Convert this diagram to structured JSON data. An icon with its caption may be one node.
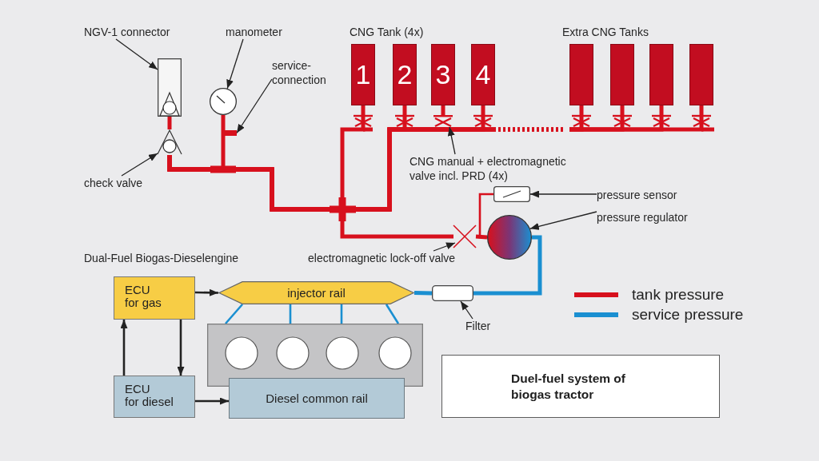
{
  "diagram": {
    "nodes": [
      {
        "text": [
          "NGV-1 connector"
        ]
      },
      {
        "text": [],
        "shape": "box"
      },
      {
        "text": [
          "manometer"
        ]
      },
      {
        "text": [],
        "shape": "circle"
      },
      {
        "text": [
          "service-connection"
        ]
      },
      {
        "text": [
          "1"
        ]
      },
      {
        "text": [
          "2"
        ]
      },
      {
        "text": [
          "3"
        ]
      },
      {
        "text": [
          "4"
        ]
      },
      {
        "text": [],
        "shape": "box"
      },
      {
        "text": [],
        "shape": "box"
      },
      {
        "text": [],
        "shape": "box"
      },
      {
        "text": [],
        "shape": "box"
      },
      {
        "text": [],
        "shape": "circle"
      },
      {
        "text": [
          "check valve"
        ]
      },
      {
        "text": [
          "CNG manual + electromagnetic valve incl. PRD (4x)"
        ]
      },
      {
        "text": [],
        "shape": "box"
      },
      {
        "text": [
          "pressure sensor"
        ]
      },
      {
        "text": [],
        "shape": "circle"
      },
      {
        "text": [
          "pressure regulator"
        ]
      },
      {
        "text": [],
        "shape": "cross"
      },
      {
        "text": [
          "electromagnetic lock-off valve"
        ]
      },
      {
        "text": [
          "ECU for gas"
        ]
      },
      {
        "text": [
          "injector rail"
        ]
      },
      {
        "text": [],
        "shape": "box"
      },
      {
        "text": [
          "Filter"
        ]
      },
      {
        "text": [],
        "shape": "box"
      },
      {
        "text": [
          "ECU for diesel"
        ]
      },
      {
        "text": [
          "Diesel common rail"
        ]
      },
      {
        "text": [
          "Duel-fuel system of biogas tractor"
        ]
      },
      {
        "text": [],
        "shape": "bar"
      },
      {
        "text": [],
        "shape": "valve"
      }
    ],
    "edges": [
      {
        "from": 0,
        "to": 1,
        "arrow": "to"
      },
      {
        "from": 2,
        "to": 3,
        "arrow": "to"
      },
      {
        "from": 4,
        "to": 30,
        "arrow": "to"
      },
      {
        "from": 14,
        "to": 13,
        "arrow": "to"
      },
      {
        "from": 15,
        "to": 31,
        "arrow": "to"
      },
      {
        "from": 17,
        "to": 16,
        "arrow": "to"
      },
      {
        "from": 19,
        "to": 18,
        "arrow": "to"
      },
      {
        "from": 21,
        "to": 20,
        "arrow": "to"
      },
      {
        "from": 25,
        "to": 24,
        "arrow": "to"
      },
      {
        "from": 1,
        "to": 13,
        "arrow": "none",
        "style": "thick",
        "color": "#d7101d"
      },
      {
        "from": 13,
        "to": 3,
        "arrow": "none",
        "style": "thick",
        "color": "#d7101d"
      },
      {
        "from": 13,
        "to": 6,
        "arrow": "none",
        "style": "thick",
        "color": "#d7101d"
      },
      {
        "from": 13,
        "to": 31,
        "arrow": "none",
        "style": "thick",
        "color": "#d7101d"
      },
      {
        "from": 13,
        "to": 8,
        "arrow": "none",
        "style": "thick",
        "color": "#d7101d"
      },
      {
        "from": 13,
        "to": 9,
        "arrow": "none",
        "style": "dashed",
        "color": "#d7101d"
      },
      {
        "from": 13,
        "to": 10,
        "arrow": "none",
        "style": "dashed",
        "color": "#d7101d"
      },
      {
        "from": 13,
        "to": 11,
        "arrow": "none",
        "style": "dashed",
        "color": "#d7101d"
      },
      {
        "from": 13,
        "to": 12,
        "arrow": "none",
        "style": "dashed",
        "color": "#d7101d"
      },
      {
        "from": 5,
        "to": 20,
        "arrow": "none",
        "style": "thick",
        "color": "#d7101d"
      },
      {
        "from": 20,
        "to": 18,
        "arrow": "none",
        "style": "thick",
        "color": "#d7101d"
      },
      {
        "from": 16,
        "to": 18,
        "arrow": "none",
        "color": "#d7101d"
      },
      {
        "from": 18,
        "to": 24,
        "arrow": "none",
        "style": "thick",
        "color": "#1a8fd1"
      },
      {
        "from": 24,
        "to": 23,
        "arrow": "none",
        "style": "thick",
        "color": "#1a8fd1"
      },
      {
        "from": 23,
        "to": 26,
        "arrow": "none",
        "color": "#1a8fd1"
      },
      {
        "from": 23,
        "to": 26,
        "arrow": "none",
        "color": "#1a8fd1"
      },
      {
        "from": 23,
        "to": 26,
        "arrow": "none",
        "color": "#1a8fd1"
      },
      {
        "from": 23,
        "to": 26,
        "arrow": "none",
        "color": "#1a8fd1"
      },
      {
        "from": 22,
        "to": 23,
        "arrow": "to"
      },
      {
        "from": 22,
        "to": 27,
        "arrow": "to"
      },
      {
        "from": 27,
        "to": 22,
        "arrow": "to"
      },
      {
        "from": 27,
        "to": 28,
        "arrow": "to"
      },
      {
        "from": 31,
        "to": 7,
        "arrow": "none",
        "style": "thick",
        "color": "#d7101d"
      }
    ],
    "labels": [
      "CNG Tank (4x)",
      "Extra CNG Tanks",
      "Dual-Fuel Biogas-Dieselengine"
    ],
    "legend": [
      {
        "text": "tank pressure",
        "color": "#d7101d"
      },
      {
        "text": "service pressure",
        "color": "#1a8fd1"
      }
    ]
  }
}
